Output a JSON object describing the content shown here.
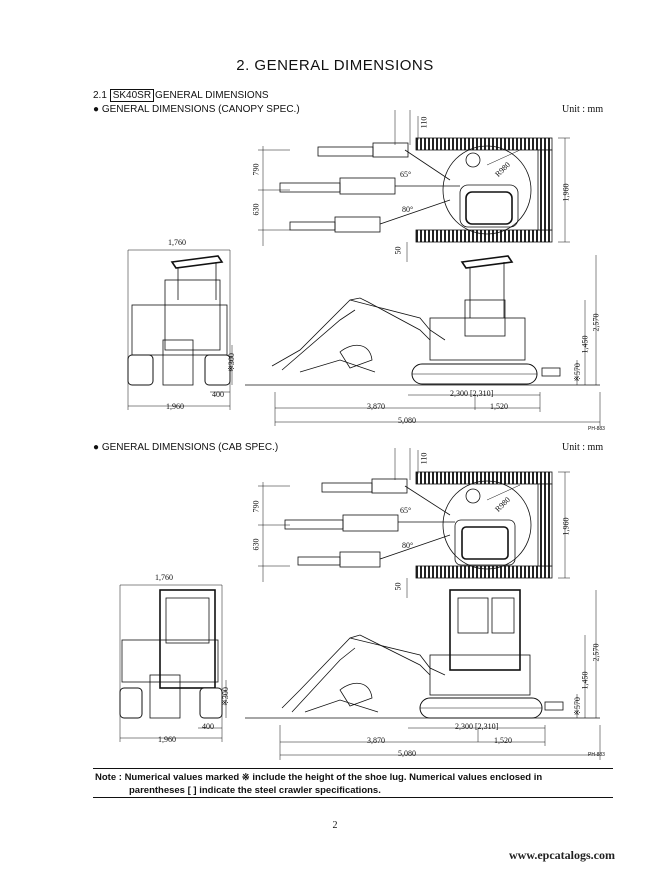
{
  "page_title": "2.   GENERAL DIMENSIONS",
  "section": {
    "number": "2.1",
    "model": "SK40SR",
    "label": "GENERAL DIMENSIONS"
  },
  "canopy": {
    "heading": "GENERAL DIMENSIONS (CANOPY SPEC.)",
    "unit": "Unit : mm",
    "dims": {
      "d110": "110",
      "d790": "790",
      "d630": "630",
      "d65": "65°",
      "d80": "80°",
      "d50": "50",
      "d1960v": "1,960",
      "r980": "R980",
      "d1760": "1,760",
      "d2570": "2,570",
      "d1450": "1,450",
      "d300": "※300",
      "d570": "※570",
      "d400": "400",
      "d1960h": "1,960",
      "d2300": "2,300 [2,310]",
      "d3870": "3,870",
      "d1520": "1,520",
      "d5080": "5,080"
    },
    "code": "PH-883"
  },
  "cab": {
    "heading": "GENERAL DIMENSIONS (CAB SPEC.)",
    "unit": "Unit : mm",
    "dims": {
      "d110": "110",
      "d790": "790",
      "d630": "630",
      "d65": "65°",
      "d80": "80°",
      "d50": "50",
      "d1960v": "1,960",
      "r980": "R980",
      "d1760": "1,760",
      "d2570": "2,570",
      "d1450": "1,450",
      "d300": "※300",
      "d570": "※570",
      "d400": "400",
      "d1960h": "1,960",
      "d2300": "2,300 [2,310]",
      "d3870": "3,870",
      "d1520": "1,520",
      "d5080": "5,080"
    },
    "code": "PH-883"
  },
  "note": {
    "label": "Note :",
    "line1": "Numerical values marked ※ include the height of the shoe lug.  Numerical values enclosed in",
    "line2": "parentheses [   ] indicate the steel crawler specifications."
  },
  "page_number": "2",
  "watermark": "www.epcatalogs.com"
}
